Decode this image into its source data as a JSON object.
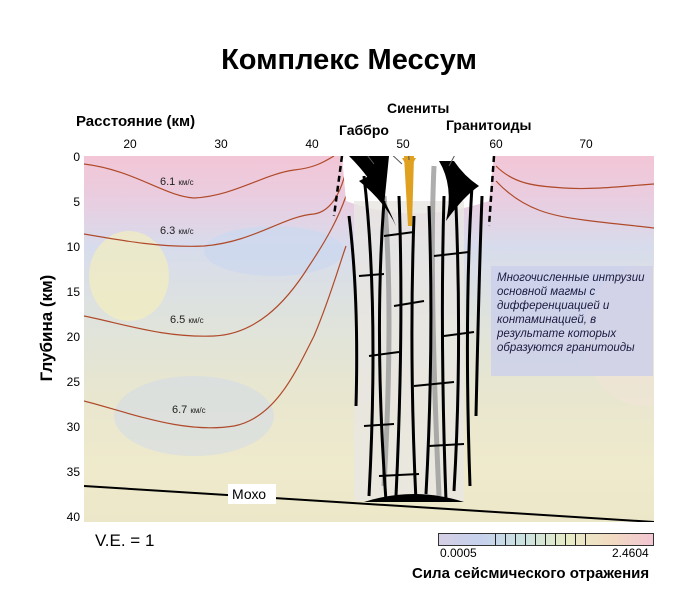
{
  "title": "Комплекс Мессум",
  "x_axis": {
    "label": "Расстояние (км)",
    "ticks": [
      "20",
      "30",
      "40",
      "50",
      "60",
      "70"
    ]
  },
  "y_axis": {
    "label": "Глубина (км)",
    "ticks": [
      "0",
      "5",
      "10",
      "15",
      "20",
      "25",
      "30",
      "35",
      "40"
    ]
  },
  "rock_labels": {
    "syenites": "Сиениты",
    "gabbro": "Габбро",
    "granitoids": "Гранитоиды"
  },
  "velocity_labels": [
    {
      "value": "6.1",
      "unit": "км/с"
    },
    {
      "value": "6.3",
      "unit": "км/с"
    },
    {
      "value": "6.5",
      "unit": "км/с"
    },
    {
      "value": "6.7",
      "unit": "км/с"
    }
  ],
  "annotation": "Многочисленные интрузии основной магмы с дифференциацией и контаминацией, в результате которых образуются гранитоиды",
  "moho_label": "Мохо",
  "vertical_exaggeration": "V.E. = 1",
  "colorbar": {
    "min": "0.0005",
    "max": "2.4604",
    "title": "Сила сейсмического отражения"
  },
  "colors": {
    "velocity_contour": "#b04a2a",
    "syenite": "#e0a020",
    "dike": "#000000"
  }
}
